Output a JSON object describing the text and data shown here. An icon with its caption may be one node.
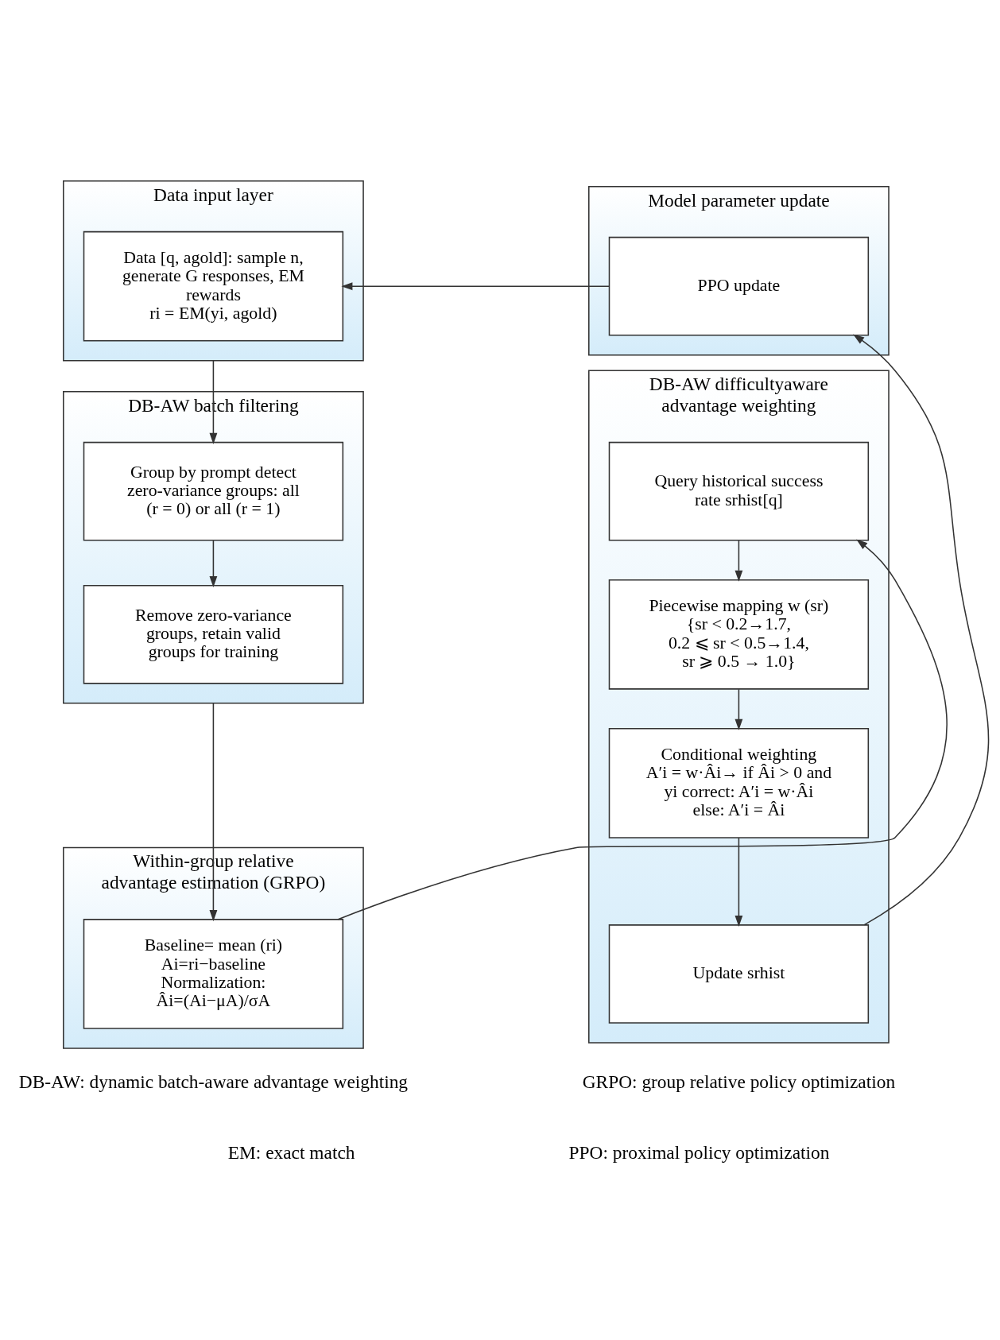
{
  "diagram": {
    "nodes": [
      {
        "text": [
          "Data input layer"
        ]
      },
      {
        "text": [
          "Data [q, agold]: sample n, generate G responses, EM rewards",
          "ri = EM(yi, agold)"
        ],
        "in": 0
      },
      {
        "text": [
          "Model parameter update"
        ]
      },
      {
        "text": [
          "PPO update"
        ],
        "in": 2
      },
      {
        "text": [
          "DB-AW batch filtering"
        ]
      },
      {
        "text": [
          "Group by prompt detect zero-variance groups: all (r = 0) or all (r = 1)"
        ],
        "in": 4
      },
      {
        "text": [
          "Remove zero-variance groups, retain valid groups for training"
        ],
        "in": 4
      },
      {
        "text": [
          "Within-group relative advantage estimation (GRPO)"
        ]
      },
      {
        "text": [
          "Baseline= mean (ri)",
          "Ai=ri−baseline",
          "Normalization:",
          "Âi=(Ai−μA)/σA"
        ],
        "in": 7
      },
      {
        "text": [
          "DB-AW difficultyaware advantage weighting"
        ]
      },
      {
        "text": [
          "Query historical success rate srhist[q]"
        ],
        "in": 9
      },
      {
        "text": [
          "Piecewise mapping w (sr)",
          "{sr < 0.2→1.7,",
          "0.2 ⩽ sr < 0.5→1.4,",
          "sr ⩾ 0.5 → 1.0}"
        ],
        "in": 9
      },
      {
        "text": [
          "Conditional weighting",
          "A′i = w·Âi→ if Âi > 0 and yi correct: A′i = w·Âi",
          "else: A′i = Âi"
        ],
        "in": 9
      },
      {
        "text": [
          "Update srhist"
        ],
        "in": 9
      }
    ],
    "edges": [
      {
        "from": 3,
        "to": 1,
        "arrow": "to"
      },
      {
        "from": 0,
        "to": 5,
        "arrow": "to"
      },
      {
        "from": 5,
        "to": 6,
        "arrow": "to"
      },
      {
        "from": 4,
        "to": 8,
        "arrow": "to"
      },
      {
        "from": 8,
        "to": 10,
        "arrow": "to"
      },
      {
        "from": 10,
        "to": 11,
        "arrow": "to"
      },
      {
        "from": 11,
        "to": 12,
        "arrow": "to"
      },
      {
        "from": 12,
        "to": 13,
        "arrow": "to"
      },
      {
        "from": 13,
        "to": 3,
        "arrow": "to"
      }
    ],
    "labels": [
      "DB-AW: dynamic batch-aware advantage weighting",
      "GRPO: group relative policy optimization",
      "EM: exact match",
      "PPO: proximal policy optimization"
    ]
  }
}
